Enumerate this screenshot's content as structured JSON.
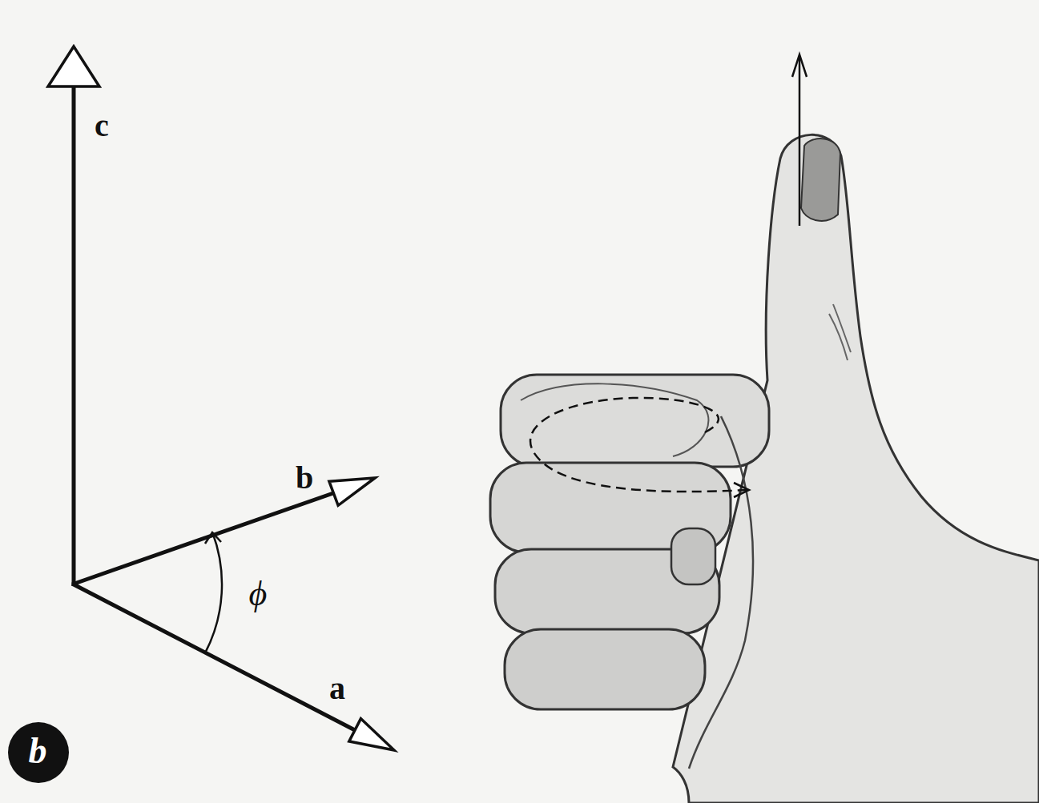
{
  "diagram": {
    "labels": [
      "c",
      "b",
      "ϕ",
      "a",
      "b"
    ]
  }
}
